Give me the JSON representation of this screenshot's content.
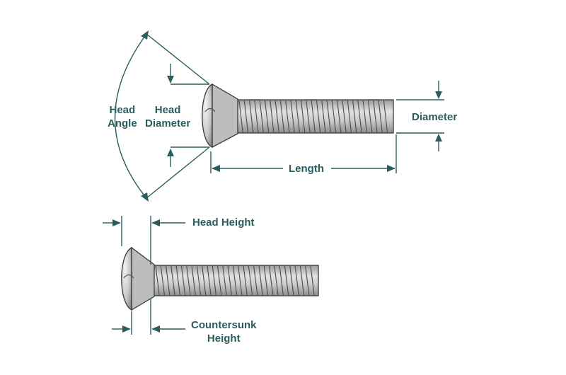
{
  "labels": {
    "head_angle": [
      "Head",
      "Angle"
    ],
    "head_diameter": [
      "Head",
      "Diameter"
    ],
    "diameter": "Diameter",
    "length": "Length",
    "head_height": "Head Height",
    "countersunk_height": [
      "Countersunk",
      "Height"
    ]
  },
  "colors": {
    "dimension": "#2a5d5c",
    "screw_fill": "#c4c4c4",
    "screw_stroke": "#3a3a3a"
  }
}
